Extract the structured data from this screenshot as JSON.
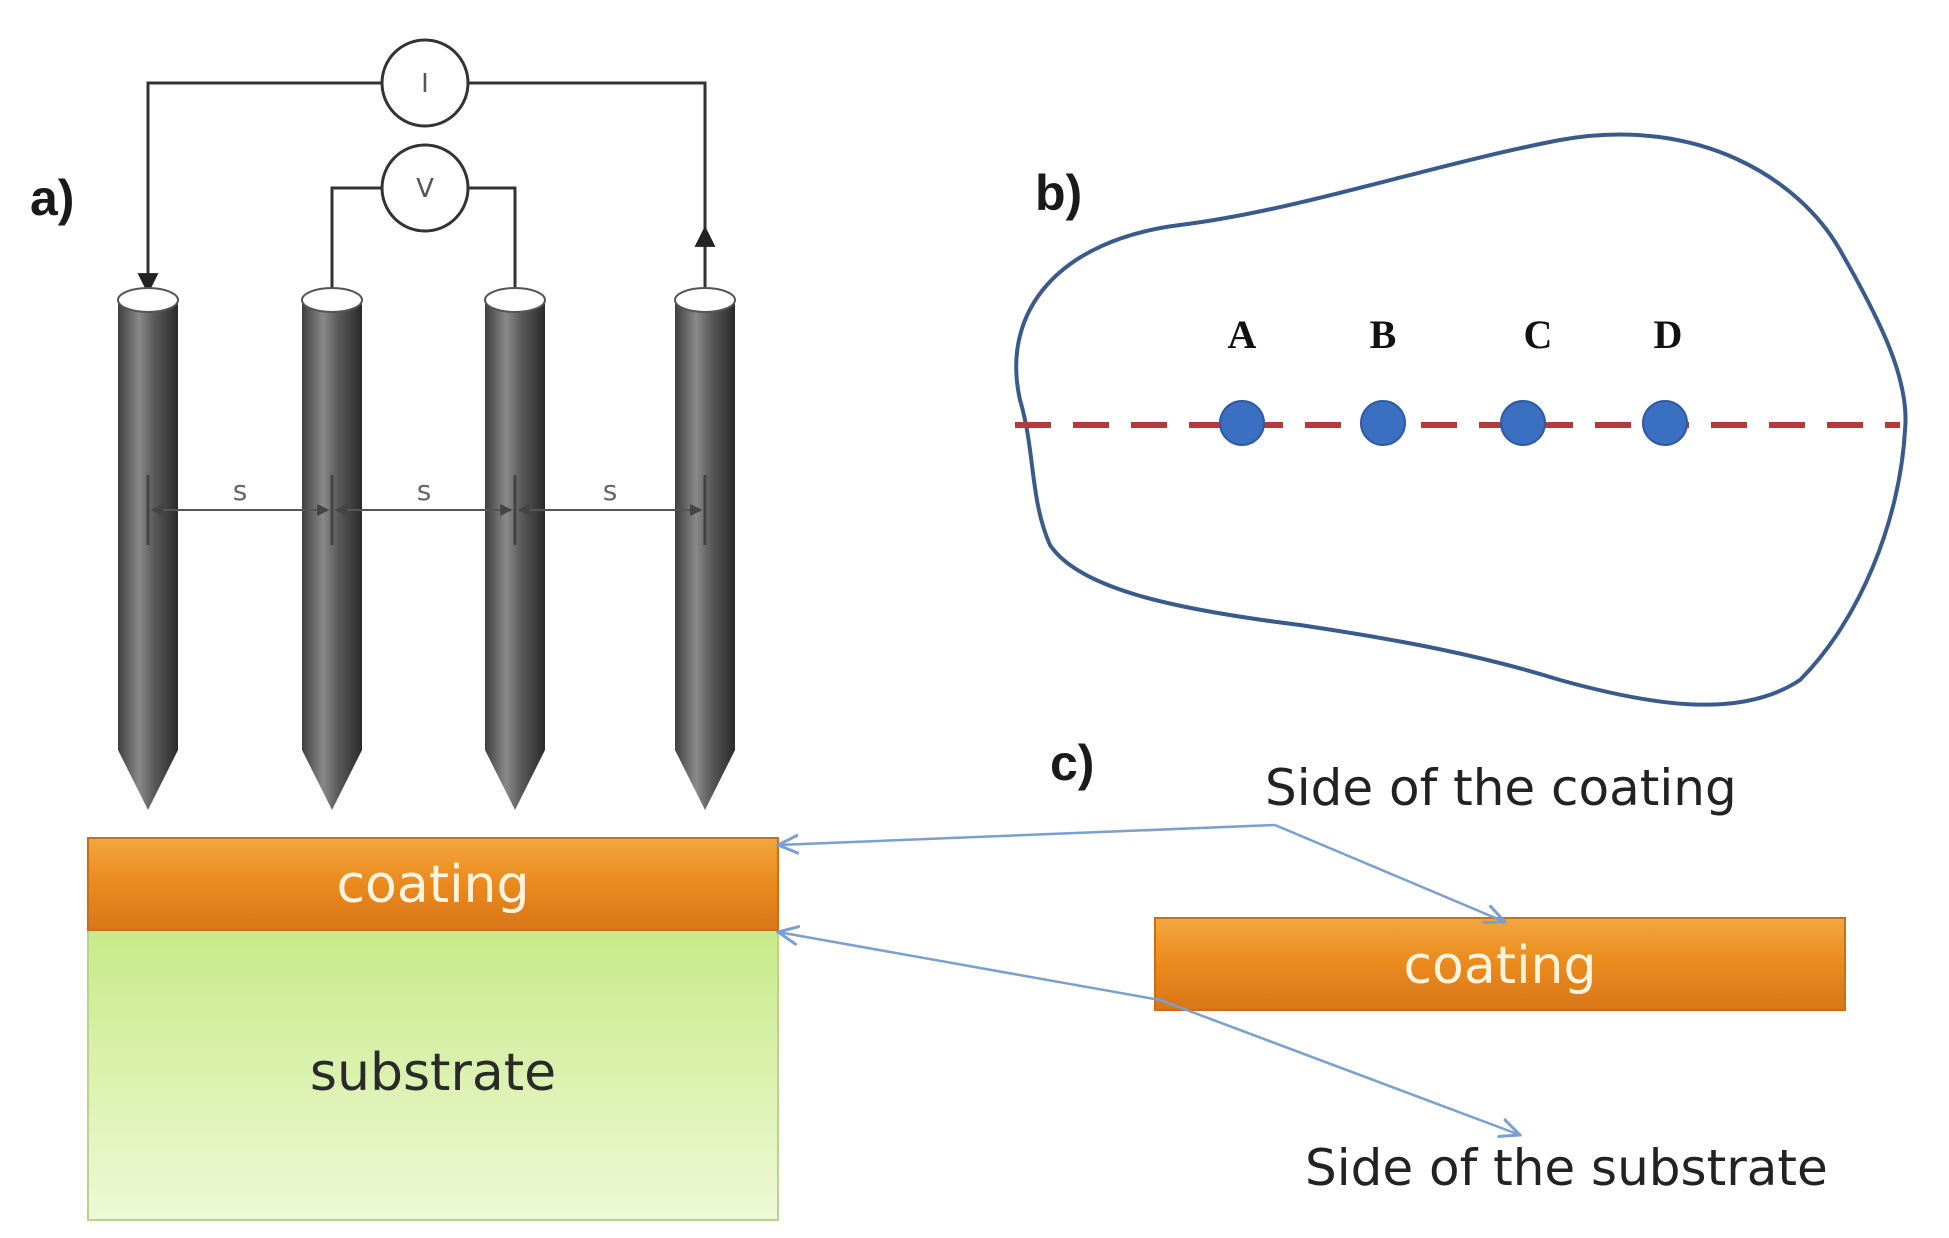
{
  "panels": {
    "a": {
      "label": "a)"
    },
    "b": {
      "label": "b)"
    },
    "c": {
      "label": "c)"
    }
  },
  "four_point_probe": {
    "current_meter": "I",
    "voltage_meter": "V",
    "spacing_labels": [
      "s",
      "s",
      "s"
    ],
    "coating_label": "coating",
    "substrate_label": "substrate"
  },
  "sample_outline": {
    "points": [
      "A",
      "B",
      "C",
      "D"
    ],
    "point_color": "#3a6fc2",
    "line_color": "#b53a3a",
    "outline_color": "#3b5a8c"
  },
  "coating_sample": {
    "coating_label": "coating",
    "side_coating": "Side of the coating",
    "side_substrate": "Side of the substrate"
  },
  "colors": {
    "coating": "#ea8a1c",
    "substrate": "#d6f0a2",
    "arrow": "#7a9fd0"
  }
}
